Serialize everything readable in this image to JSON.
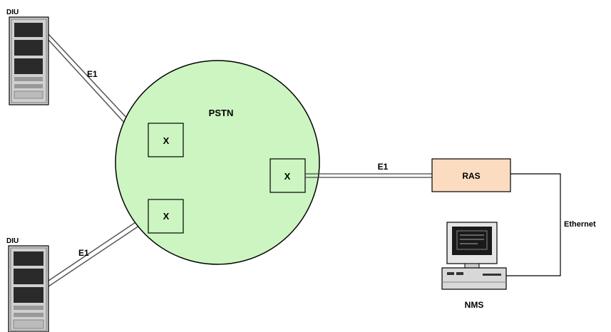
{
  "diagram": {
    "top_rack_label": "DIU",
    "bottom_rack_label": "DIU",
    "top_link_label": "E1",
    "bottom_link_label": "E1",
    "pstn_label": "PSTN",
    "switch_top_label": "X",
    "switch_bottom_label": "X",
    "switch_right_label": "X",
    "ras_link_label": "E1",
    "ras_label": "RAS",
    "ethernet_label": "Ethernet",
    "nms_label": "NMS"
  },
  "colors": {
    "pstn_fill": "#ccf5c1",
    "ras_fill": "#fbdcc0",
    "rack_body": "#d0d0d0",
    "rack_slot": "#2a2a2a",
    "line": "#000000"
  }
}
